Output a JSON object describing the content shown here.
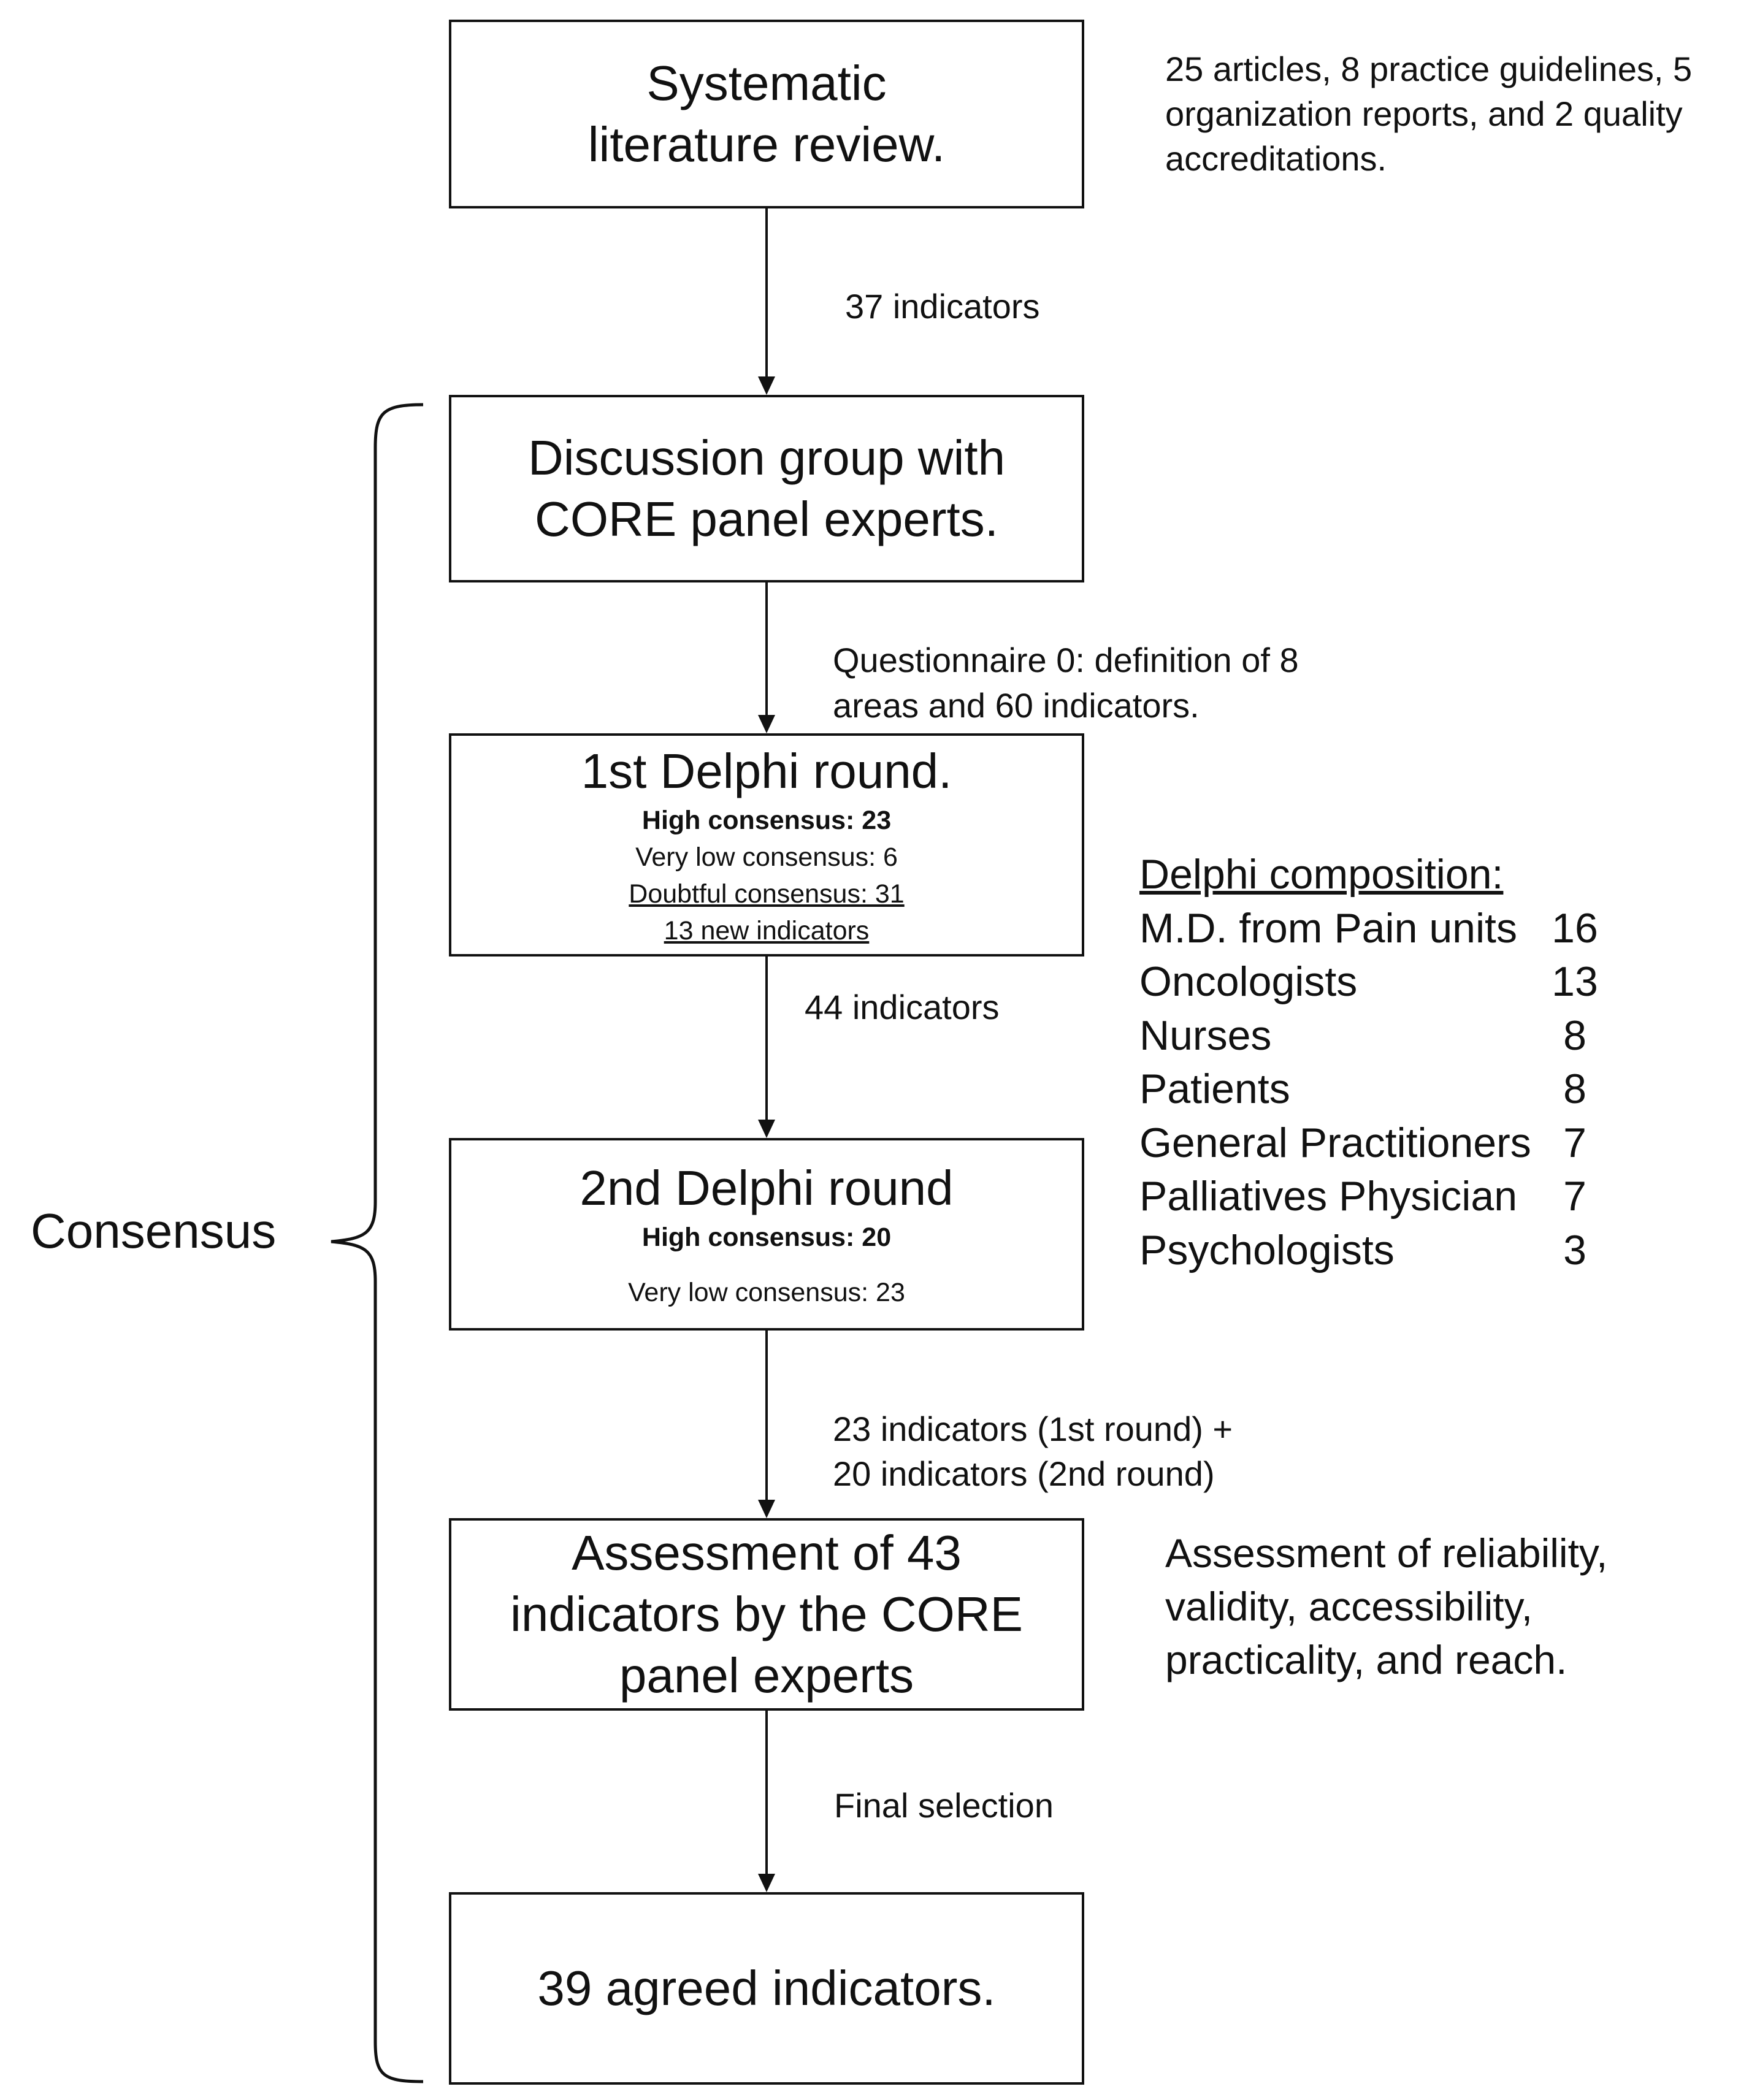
{
  "boxes": {
    "literature_review": "Systematic literature review.",
    "discussion_group": "Discussion group with CORE panel experts.",
    "delphi1": {
      "title": "1st Delphi round.",
      "high": "High consensus: 23",
      "very_low": "Very low consensus: 6",
      "doubtful": "Doubtful consensus: 31",
      "new": "13 new indicators"
    },
    "delphi2": {
      "title": "2nd Delphi round",
      "high": "High consensus: 20",
      "very_low": "Very low consensus: 23"
    },
    "assessment": "Assessment of 43 indicators by the CORE panel experts",
    "agreed": "39 agreed indicators."
  },
  "arrow_labels": {
    "a1": "37 indicators",
    "a2_line1": "Questionnaire 0: definition of 8",
    "a2_line2": "areas and 60 indicators.",
    "a3": "44 indicators",
    "a4_line1": "23 indicators (1st round) +",
    "a4_line2": "20 indicators (2nd round)",
    "a5": "Final selection"
  },
  "side_notes": {
    "sources": [
      "25 articles, 8 practice guidelines, 5",
      "organization reports, and 2 quality",
      "accreditations."
    ],
    "assessment_criteria": [
      "Assessment of reliability,",
      "validity, accessibility,",
      "practicality, and reach."
    ]
  },
  "delphi_composition": {
    "heading": "Delphi composition:",
    "rows": [
      {
        "role": "M.D. from Pain units",
        "count": "16"
      },
      {
        "role": "Oncologists",
        "count": "13"
      },
      {
        "role": "Nurses",
        "count": "8"
      },
      {
        "role": "Patients",
        "count": "8"
      },
      {
        "role": "General Practitioners",
        "count": "7"
      },
      {
        "role": "Palliatives Physician",
        "count": "7"
      },
      {
        "role": "Psychologists",
        "count": "3"
      }
    ]
  },
  "brace_label": "Consensus"
}
